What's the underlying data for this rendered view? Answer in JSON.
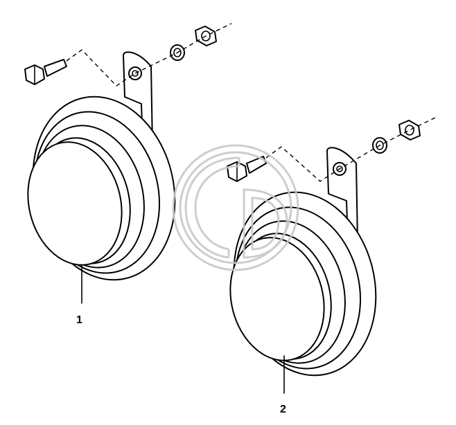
{
  "diagram": {
    "callouts": [
      {
        "id": "1",
        "label": "1"
      },
      {
        "id": "2",
        "label": "2"
      }
    ],
    "watermark_icon": "gp-logo-watermark",
    "ink_color": "#000000",
    "watermark_color": "#c8c8c8"
  }
}
